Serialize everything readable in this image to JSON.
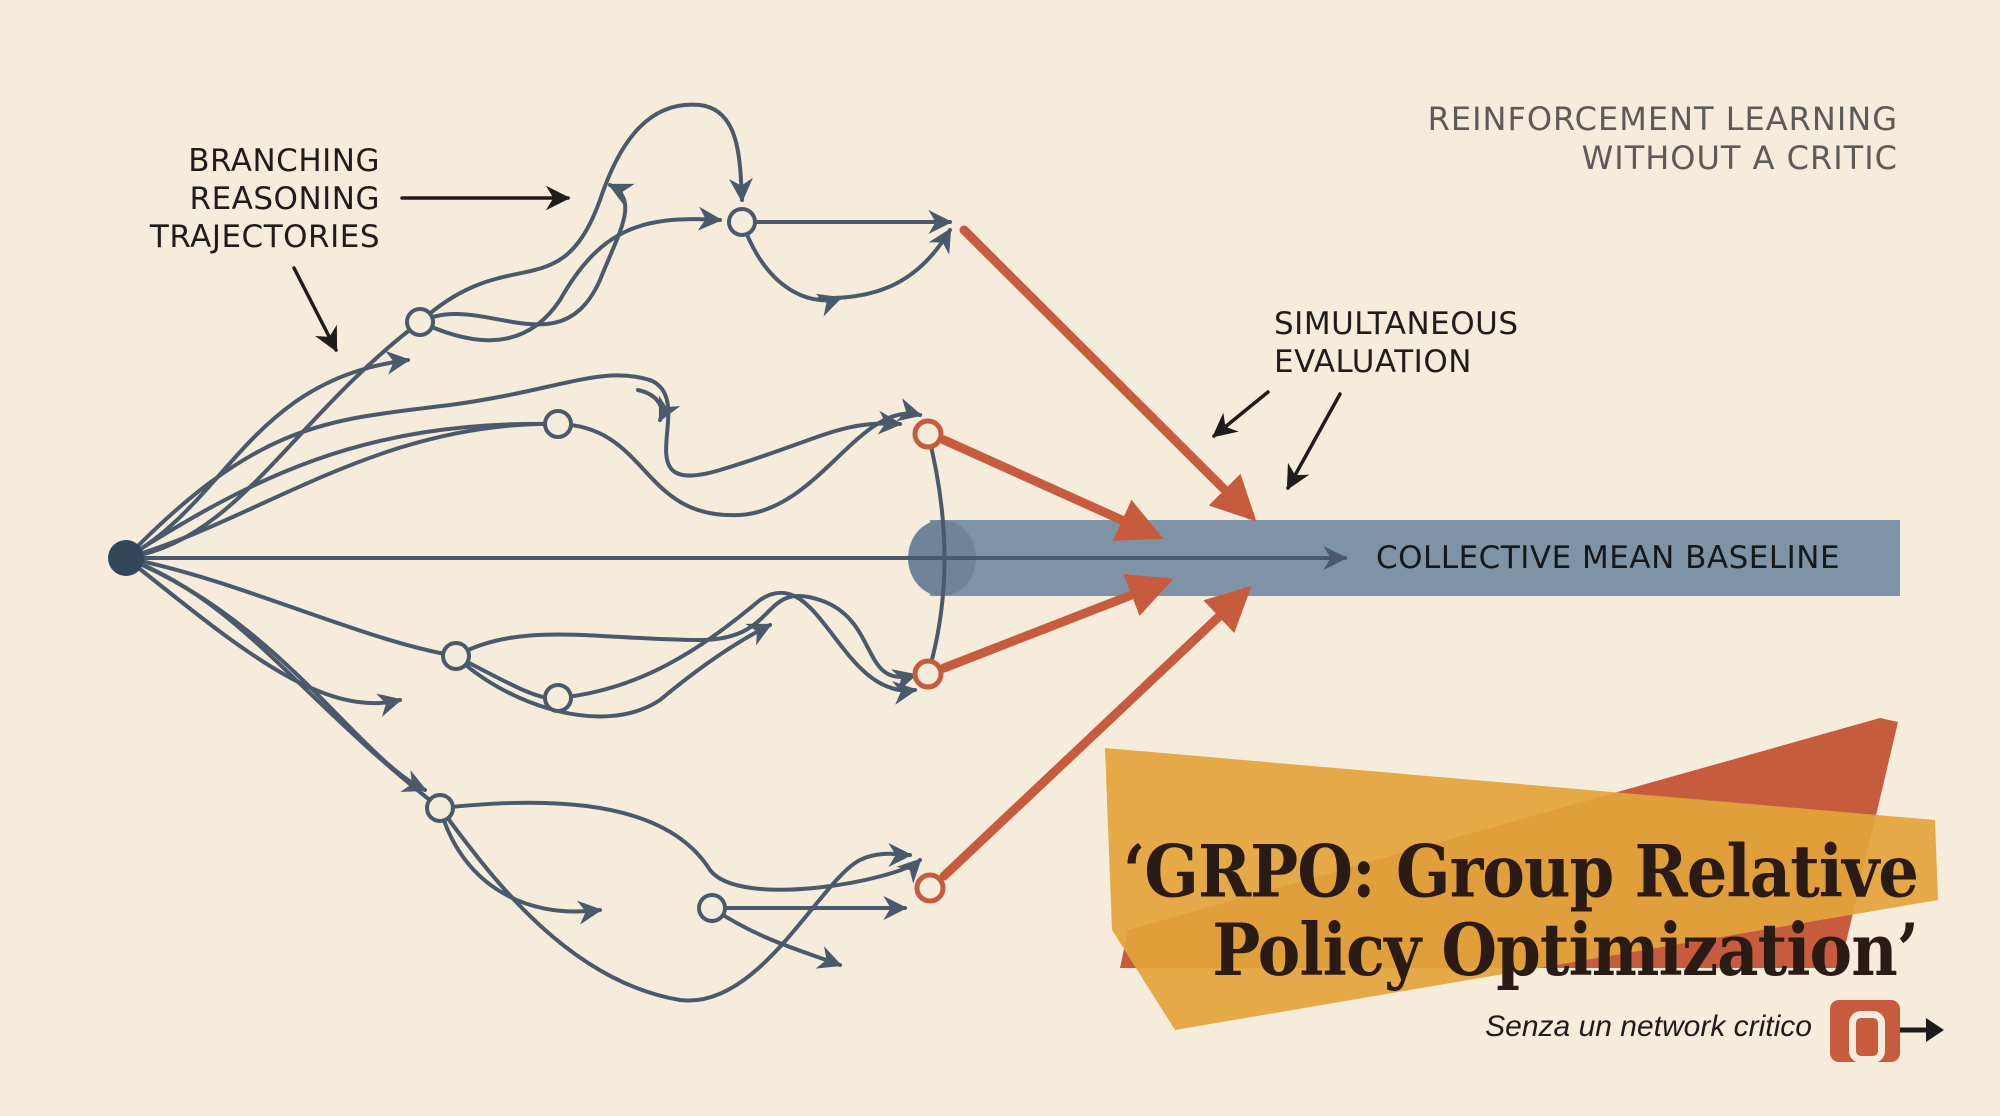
{
  "subtitle": {
    "line1": "REINFORCEMENT LEARNING",
    "line2": "WITHOUT A CRITIC"
  },
  "annotations": {
    "branching": {
      "line1": "BRANCHING",
      "line2": "REASONING",
      "line3": "TRAJECTORIES"
    },
    "simultaneous": {
      "line1": "SIMULTANEOUS",
      "line2": "EVALUATION"
    },
    "baseline": "COLLECTIVE MEAN BASELINE"
  },
  "title": {
    "line1": "‘GRPO: Group Relative",
    "line2": "Policy Optimization’"
  },
  "footer": {
    "text": "Senza un network critico"
  },
  "colors": {
    "background": "#f6ecdb",
    "trajectory": "#4a5a6c",
    "evaluation": "#c65b3d",
    "baseline_band": "#7e93a6",
    "title_band": "#e3a53b"
  },
  "icons": {
    "logo": "logo-badge-icon",
    "start": "start-node-icon"
  }
}
